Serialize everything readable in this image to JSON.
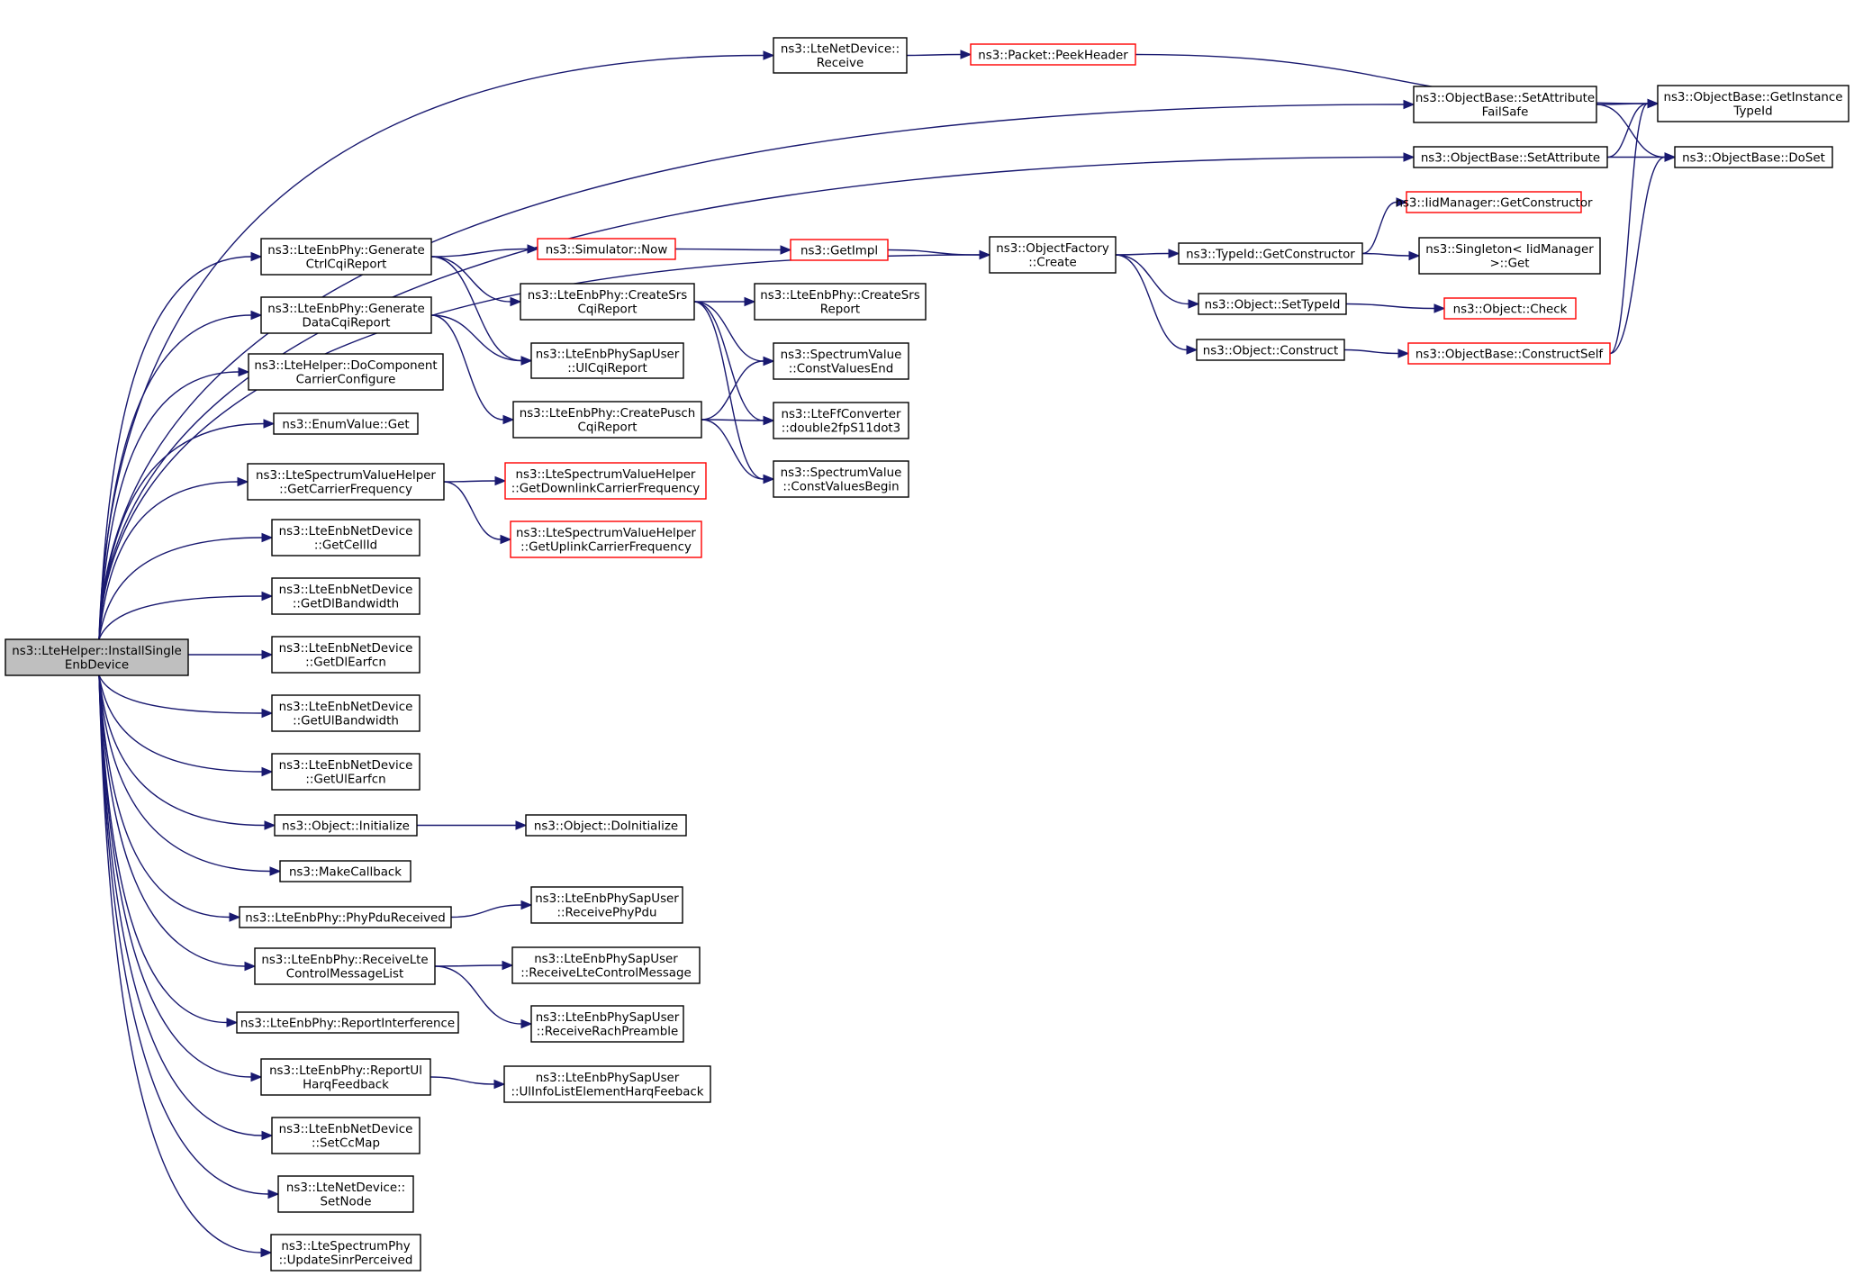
{
  "diagram": {
    "type": "call-graph",
    "colors": {
      "edge": "#191970",
      "node_border": "#000000",
      "external_node_border": "#ff0000",
      "root_fill": "#bfbfbf",
      "node_fill": "#ffffff"
    },
    "nodes": [
      {
        "id": "root",
        "lines": [
          "ns3::LteHelper::InstallSingle",
          "EnbDevice"
        ],
        "kind": "root"
      },
      {
        "id": "netdev_receive",
        "lines": [
          "ns3::LteNetDevice::",
          "Receive"
        ],
        "kind": "normal"
      },
      {
        "id": "peekheader",
        "lines": [
          "ns3::Packet::PeekHeader"
        ],
        "kind": "external"
      },
      {
        "id": "setattr_fs",
        "lines": [
          "ns3::ObjectBase::SetAttribute",
          "FailSafe"
        ],
        "kind": "normal"
      },
      {
        "id": "setattr",
        "lines": [
          "ns3::ObjectBase::SetAttribute"
        ],
        "kind": "normal"
      },
      {
        "id": "getinstance",
        "lines": [
          "ns3::ObjectBase::GetInstance",
          "TypeId"
        ],
        "kind": "normal"
      },
      {
        "id": "doset",
        "lines": [
          "ns3::ObjectBase::DoSet"
        ],
        "kind": "normal"
      },
      {
        "id": "iid_getctor",
        "lines": [
          "ns3::IidManager::GetConstructor"
        ],
        "kind": "external"
      },
      {
        "id": "objfactory",
        "lines": [
          "ns3::ObjectFactory",
          "::Create"
        ],
        "kind": "normal"
      },
      {
        "id": "typeid_getctor",
        "lines": [
          "ns3::TypeId::GetConstructor"
        ],
        "kind": "normal"
      },
      {
        "id": "singleton",
        "lines": [
          "ns3::Singleton< IidManager",
          ">::Get"
        ],
        "kind": "normal"
      },
      {
        "id": "settypeid",
        "lines": [
          "ns3::Object::SetTypeId"
        ],
        "kind": "normal"
      },
      {
        "id": "check",
        "lines": [
          "ns3::Object::Check"
        ],
        "kind": "external"
      },
      {
        "id": "construct",
        "lines": [
          "ns3::Object::Construct"
        ],
        "kind": "normal"
      },
      {
        "id": "constructself",
        "lines": [
          "ns3::ObjectBase::ConstructSelf"
        ],
        "kind": "external"
      },
      {
        "id": "gen_ctrl",
        "lines": [
          "ns3::LteEnbPhy::Generate",
          "CtrlCqiReport"
        ],
        "kind": "normal"
      },
      {
        "id": "simnow",
        "lines": [
          "ns3::Simulator::Now"
        ],
        "kind": "external"
      },
      {
        "id": "getimpl",
        "lines": [
          "ns3::GetImpl"
        ],
        "kind": "external"
      },
      {
        "id": "createsrs_cqi",
        "lines": [
          "ns3::LteEnbPhy::CreateSrs",
          "CqiReport"
        ],
        "kind": "normal"
      },
      {
        "id": "createsrs_report",
        "lines": [
          "ns3::LteEnbPhy::CreateSrs",
          "Report"
        ],
        "kind": "normal"
      },
      {
        "id": "gen_data",
        "lines": [
          "ns3::LteEnbPhy::Generate",
          "DataCqiReport"
        ],
        "kind": "normal"
      },
      {
        "id": "ulcqi",
        "lines": [
          "ns3::LteEnbPhySapUser",
          "::UlCqiReport"
        ],
        "kind": "normal"
      },
      {
        "id": "constend",
        "lines": [
          "ns3::SpectrumValue",
          "::ConstValuesEnd"
        ],
        "kind": "normal"
      },
      {
        "id": "docomponent",
        "lines": [
          "ns3::LteHelper::DoComponent",
          "CarrierConfigure"
        ],
        "kind": "normal"
      },
      {
        "id": "createpusch",
        "lines": [
          "ns3::LteEnbPhy::CreatePusch",
          "CqiReport"
        ],
        "kind": "normal"
      },
      {
        "id": "fpconv",
        "lines": [
          "ns3::LteFfConverter",
          "::double2fpS11dot3"
        ],
        "kind": "normal"
      },
      {
        "id": "enumget",
        "lines": [
          "ns3::EnumValue::Get"
        ],
        "kind": "normal"
      },
      {
        "id": "getcarrier",
        "lines": [
          "ns3::LteSpectrumValueHelper",
          "::GetCarrierFrequency"
        ],
        "kind": "normal"
      },
      {
        "id": "getdlcarrier",
        "lines": [
          "ns3::LteSpectrumValueHelper",
          "::GetDownlinkCarrierFrequency"
        ],
        "kind": "external"
      },
      {
        "id": "constbegin",
        "lines": [
          "ns3::SpectrumValue",
          "::ConstValuesBegin"
        ],
        "kind": "normal"
      },
      {
        "id": "getulcarrier",
        "lines": [
          "ns3::LteSpectrumValueHelper",
          "::GetUplinkCarrierFrequency"
        ],
        "kind": "external"
      },
      {
        "id": "getcellid",
        "lines": [
          "ns3::LteEnbNetDevice",
          "::GetCellId"
        ],
        "kind": "normal"
      },
      {
        "id": "getdlbw",
        "lines": [
          "ns3::LteEnbNetDevice",
          "::GetDlBandwidth"
        ],
        "kind": "normal"
      },
      {
        "id": "getdlearfcn",
        "lines": [
          "ns3::LteEnbNetDevice",
          "::GetDlEarfcn"
        ],
        "kind": "normal"
      },
      {
        "id": "getulbw",
        "lines": [
          "ns3::LteEnbNetDevice",
          "::GetUlBandwidth"
        ],
        "kind": "normal"
      },
      {
        "id": "getulearfcn",
        "lines": [
          "ns3::LteEnbNetDevice",
          "::GetUlEarfcn"
        ],
        "kind": "normal"
      },
      {
        "id": "initialize",
        "lines": [
          "ns3::Object::Initialize"
        ],
        "kind": "normal"
      },
      {
        "id": "doinitialize",
        "lines": [
          "ns3::Object::DoInitialize"
        ],
        "kind": "normal"
      },
      {
        "id": "makecallback",
        "lines": [
          "ns3::MakeCallback"
        ],
        "kind": "normal"
      },
      {
        "id": "phypdu",
        "lines": [
          "ns3::LteEnbPhy::PhyPduReceived"
        ],
        "kind": "normal"
      },
      {
        "id": "receivephypdu",
        "lines": [
          "ns3::LteEnbPhySapUser",
          "::ReceivePhyPdu"
        ],
        "kind": "normal"
      },
      {
        "id": "recvlte",
        "lines": [
          "ns3::LteEnbPhy::ReceiveLte",
          "ControlMessageList"
        ],
        "kind": "normal"
      },
      {
        "id": "recvltectrl",
        "lines": [
          "ns3::LteEnbPhySapUser",
          "::ReceiveLteControlMessage"
        ],
        "kind": "normal"
      },
      {
        "id": "recvrach",
        "lines": [
          "ns3::LteEnbPhySapUser",
          "::ReceiveRachPreamble"
        ],
        "kind": "normal"
      },
      {
        "id": "reportintf",
        "lines": [
          "ns3::LteEnbPhy::ReportInterference"
        ],
        "kind": "normal"
      },
      {
        "id": "reportul",
        "lines": [
          "ns3::LteEnbPhy::ReportUl",
          "HarqFeedback"
        ],
        "kind": "normal"
      },
      {
        "id": "ulinfo",
        "lines": [
          "ns3::LteEnbPhySapUser",
          "::UlInfoListElementHarqFeeback"
        ],
        "kind": "normal"
      },
      {
        "id": "setccmap",
        "lines": [
          "ns3::LteEnbNetDevice",
          "::SetCcMap"
        ],
        "kind": "normal"
      },
      {
        "id": "setnode",
        "lines": [
          "ns3::LteNetDevice::",
          "SetNode"
        ],
        "kind": "normal"
      },
      {
        "id": "updatesinr",
        "lines": [
          "ns3::LteSpectrumPhy",
          "::UpdateSinrPerceived"
        ],
        "kind": "normal"
      }
    ],
    "edges": [
      [
        "root",
        "netdev_receive"
      ],
      [
        "root",
        "setattr_fs"
      ],
      [
        "root",
        "setattr"
      ],
      [
        "root",
        "objfactory"
      ],
      [
        "root",
        "gen_ctrl"
      ],
      [
        "root",
        "gen_data"
      ],
      [
        "root",
        "docomponent"
      ],
      [
        "root",
        "enumget"
      ],
      [
        "root",
        "getcarrier"
      ],
      [
        "root",
        "getcellid"
      ],
      [
        "root",
        "getdlbw"
      ],
      [
        "root",
        "getdlearfcn"
      ],
      [
        "root",
        "getulbw"
      ],
      [
        "root",
        "getulearfcn"
      ],
      [
        "root",
        "initialize"
      ],
      [
        "root",
        "makecallback"
      ],
      [
        "root",
        "phypdu"
      ],
      [
        "root",
        "recvlte"
      ],
      [
        "root",
        "reportintf"
      ],
      [
        "root",
        "reportul"
      ],
      [
        "root",
        "setccmap"
      ],
      [
        "root",
        "setnode"
      ],
      [
        "root",
        "updatesinr"
      ],
      [
        "netdev_receive",
        "peekheader"
      ],
      [
        "peekheader",
        "getinstance"
      ],
      [
        "setattr_fs",
        "getinstance"
      ],
      [
        "setattr_fs",
        "doset"
      ],
      [
        "setattr",
        "getinstance"
      ],
      [
        "setattr",
        "doset"
      ],
      [
        "objfactory",
        "typeid_getctor"
      ],
      [
        "objfactory",
        "settypeid"
      ],
      [
        "objfactory",
        "construct"
      ],
      [
        "typeid_getctor",
        "iid_getctor"
      ],
      [
        "typeid_getctor",
        "singleton"
      ],
      [
        "settypeid",
        "check"
      ],
      [
        "construct",
        "constructself"
      ],
      [
        "constructself",
        "getinstance"
      ],
      [
        "constructself",
        "doset"
      ],
      [
        "gen_ctrl",
        "simnow"
      ],
      [
        "gen_ctrl",
        "createsrs_cqi"
      ],
      [
        "gen_ctrl",
        "ulcqi"
      ],
      [
        "simnow",
        "getimpl"
      ],
      [
        "getimpl",
        "objfactory"
      ],
      [
        "createsrs_cqi",
        "createsrs_report"
      ],
      [
        "createsrs_cqi",
        "constend"
      ],
      [
        "createsrs_cqi",
        "fpconv"
      ],
      [
        "createsrs_cqi",
        "constbegin"
      ],
      [
        "gen_data",
        "ulcqi"
      ],
      [
        "gen_data",
        "createpusch"
      ],
      [
        "createpusch",
        "constend"
      ],
      [
        "createpusch",
        "fpconv"
      ],
      [
        "createpusch",
        "constbegin"
      ],
      [
        "getcarrier",
        "getdlcarrier"
      ],
      [
        "getcarrier",
        "getulcarrier"
      ],
      [
        "initialize",
        "doinitialize"
      ],
      [
        "phypdu",
        "receivephypdu"
      ],
      [
        "recvlte",
        "recvltectrl"
      ],
      [
        "recvlte",
        "recvrach"
      ],
      [
        "reportul",
        "ulinfo"
      ]
    ]
  }
}
